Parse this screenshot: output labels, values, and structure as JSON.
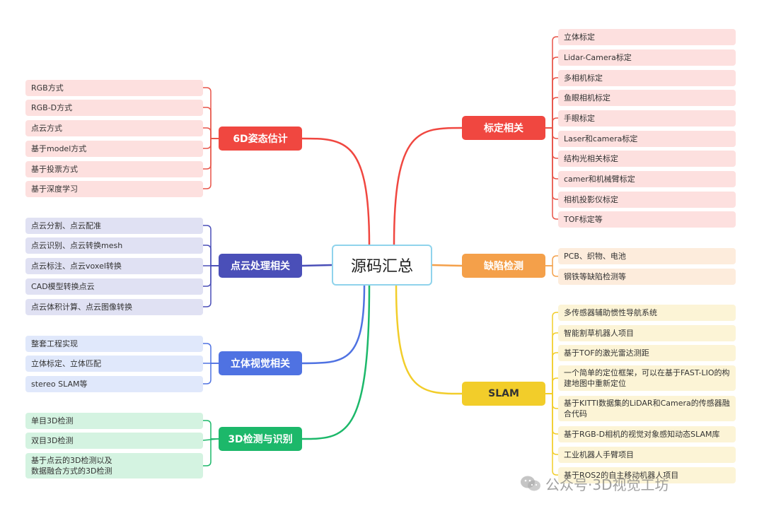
{
  "root": "源码汇总",
  "colors": {
    "red": "#f04740",
    "red_leaf": "#fde0df",
    "indigo": "#4a4fb8",
    "indigo_leaf": "#e0e1f3",
    "blue": "#4f72e2",
    "blue_leaf": "#e0e8fb",
    "green": "#1cb86a",
    "green_leaf": "#d4f3e1",
    "orange": "#f4a04a",
    "orange_leaf": "#fdecdc",
    "yellow": "#f2cd2a",
    "yellow_leaf": "#fcf4d6",
    "edge_red": "#e85448"
  },
  "left_branches": [
    {
      "label": "6D姿态估计",
      "color": "red",
      "leaves": [
        "RGB方式",
        "RGB-D方式",
        "点云方式",
        "基于model方式",
        "基于投票方式",
        "基于深度学习"
      ]
    },
    {
      "label": "点云处理相关",
      "color": "indigo",
      "leaves": [
        "点云分割、点云配准",
        "点云识别、点云转换mesh",
        "点云标注、点云voxel转换",
        "CAD模型转换点云",
        "点云体积计算、点云图像转换"
      ]
    },
    {
      "label": "立体视觉相关",
      "color": "blue",
      "leaves": [
        "整套工程实现",
        "立体标定、立体匹配",
        "stereo SLAM等"
      ]
    },
    {
      "label": "3D检测与识别",
      "color": "green",
      "leaves": [
        "单目3D检测",
        "双目3D检测",
        "基于点云的3D检测以及\n数据融合方式的3D检测"
      ]
    }
  ],
  "right_branches": [
    {
      "label": "标定相关",
      "color": "red",
      "leaves": [
        "立体标定",
        "Lidar-Camera标定",
        "多相机标定",
        "鱼眼相机标定",
        "手眼标定",
        "Laser和camera标定",
        "结构光相关标定",
        "camer和机械臂标定",
        "相机投影仪标定",
        "TOF标定等"
      ]
    },
    {
      "label": "缺陷检测",
      "color": "orange",
      "leaves": [
        "PCB、织物、电池",
        "钢铁等缺陷检测等"
      ]
    },
    {
      "label": "SLAM",
      "color": "yellow",
      "leaves": [
        "多传感器辅助惯性导航系统",
        "智能割草机器人项目",
        "基于TOF的激光雷达测距",
        "一个简单的定位框架，可以在基于FAST-LIO的构\n建地图中重新定位",
        "基于KITTI数据集的LiDAR和Camera的传感器融\n合代码",
        "基于RGB-D相机的视觉对象感知动态SLAM库",
        "工业机器人手臂项目",
        "基于ROS2的自主移动机器人项目"
      ]
    }
  ],
  "watermark": "公众号·3D视觉工坊",
  "icons": {
    "watermark": "wechat-icon"
  }
}
